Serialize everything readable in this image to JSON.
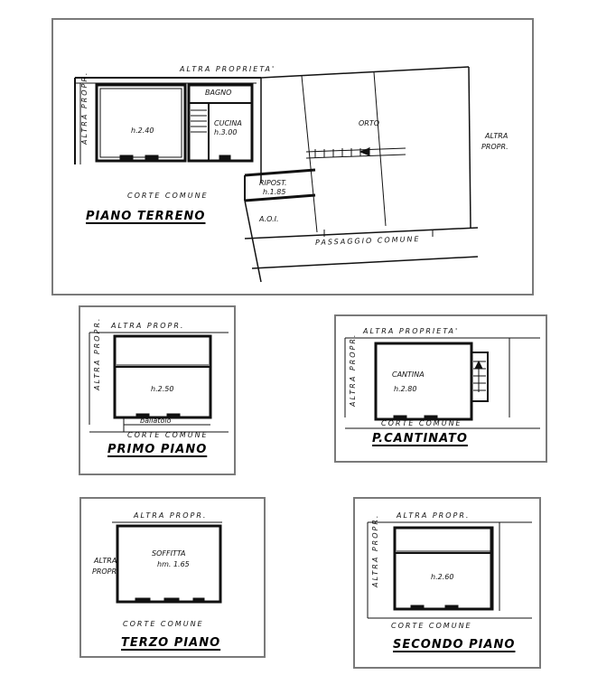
{
  "plans": {
    "terreno": {
      "title": "PIANO TERRENO",
      "top_label": "ALTRA PROPRIETA'",
      "left_label": "ALTRA PROPR.",
      "right_label_1": "ALTRA",
      "right_label_2": "PROPR.",
      "bagno": "BAGNO",
      "cucina_1": "CUCINA",
      "cucina_2": "h.3.00",
      "room_main": "h.2.40",
      "orto": "ORTO",
      "ripost_1": "RIPOST.",
      "ripost_2": "h.1.85",
      "corte": "CORTE COMUNE",
      "aoi": "A.O.I.",
      "passaggio": "PASSAGGIO COMUNE"
    },
    "primo": {
      "title": "PRIMO PIANO",
      "top_label": "ALTRA PROPR.",
      "left_label": "ALTRA PROPR.",
      "room": "h.2.50",
      "ballatoio": "ballatoio",
      "corte": "CORTE COMUNE"
    },
    "cantinato": {
      "title": "P.CANTINATO",
      "top_label": "ALTRA PROPRIETA'",
      "left_label": "ALTRA PROPR.",
      "room_1": "CANTINA",
      "room_2": "h.2.80",
      "corte": "CORTE COMUNE"
    },
    "terzo": {
      "title": "TERZO PIANO",
      "top_label": "ALTRA PROPR.",
      "left_label_1": "ALTRA",
      "left_label_2": "PROPR.",
      "room_1": "SOFFITTA",
      "room_2": "hm. 1.65",
      "corte": "CORTE COMUNE"
    },
    "secondo": {
      "title": "SECONDO PIANO",
      "top_label": "ALTRA PROPR.",
      "left_label": "ALTRA PROPR.",
      "room": "h.2.60",
      "corte": "CORTE COMUNE"
    }
  }
}
